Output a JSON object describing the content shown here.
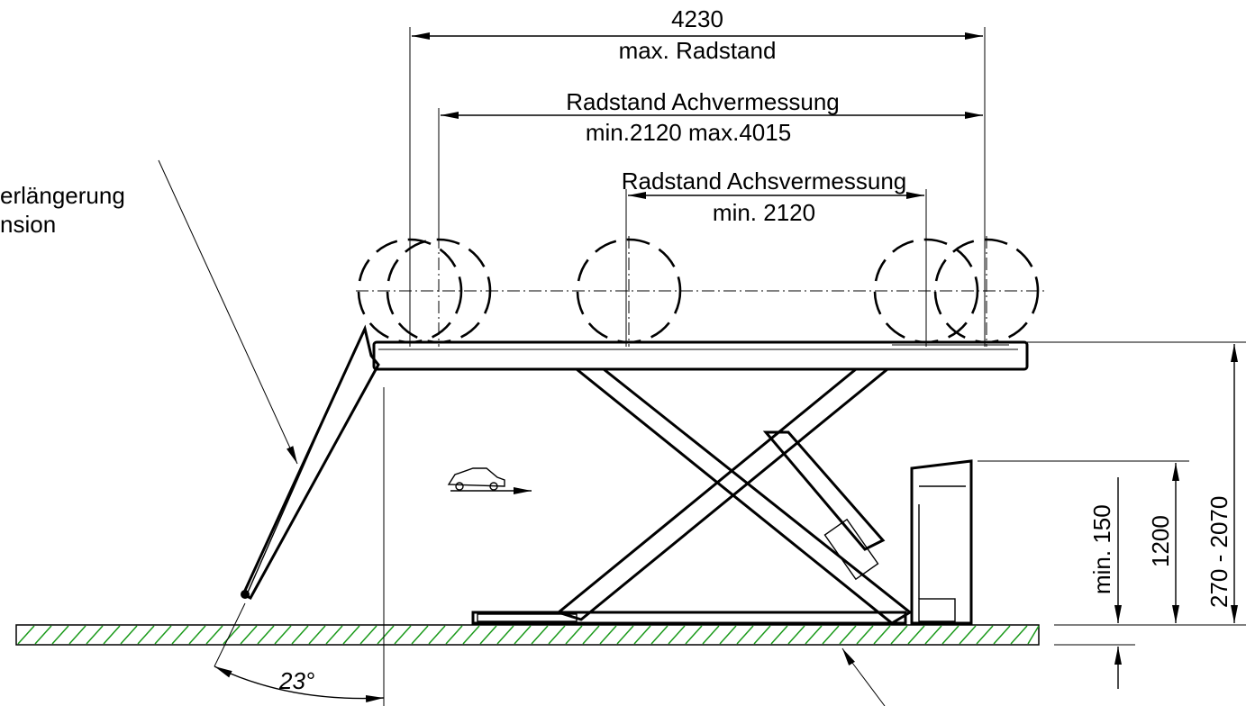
{
  "dimensions": {
    "max_wheelbase_value": "4230",
    "max_wheelbase_label": "max. Radstand",
    "alignment_wheelbase_label": "Radstand Achvermessung",
    "alignment_wheelbase_range": "min.2120 max.4015",
    "axle_alignment_label": "Radstand Achsvermessung",
    "axle_alignment_min": "min. 2120",
    "ramp_label_line1": "erlängerung",
    "ramp_label_line2": "nsion",
    "angle": "23°",
    "min_height": "min. 150",
    "control_height": "1200",
    "lift_range": "270 -  2070"
  }
}
